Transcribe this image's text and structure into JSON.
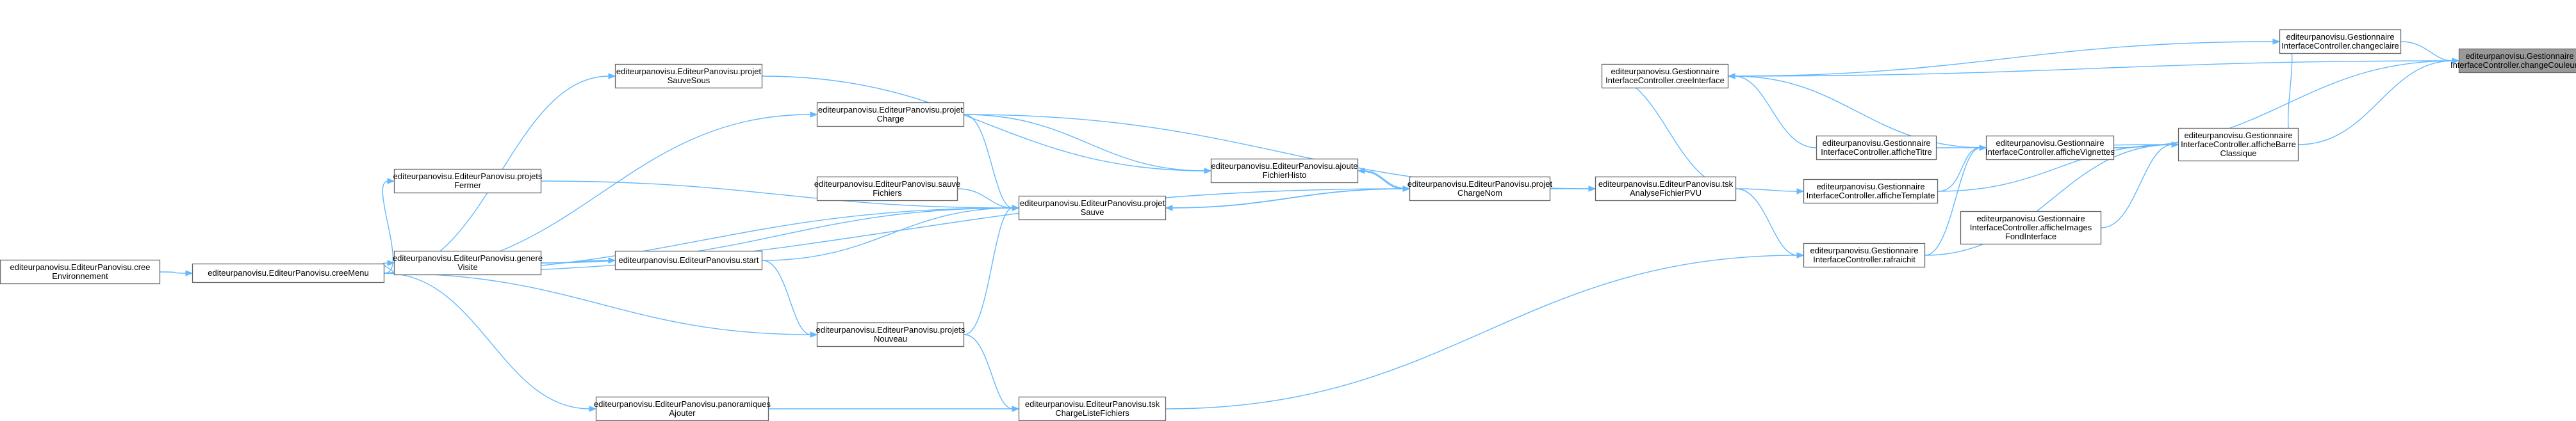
{
  "nodes": [
    {
      "id": "chgCouleurHS",
      "lines": [
        "editeurpanovisu.Gestionnaire",
        "InterfaceController.changeCouleurHS"
      ],
      "highlight": true
    },
    {
      "id": "chgClaire",
      "lines": [
        "editeurpanovisu.Gestionnaire",
        "InterfaceController.changeclaire"
      ]
    },
    {
      "id": "creeInterface",
      "lines": [
        "editeurpanovisu.Gestionnaire",
        "InterfaceController.creeInterface"
      ]
    },
    {
      "id": "afficheBarre",
      "lines": [
        "editeurpanovisu.Gestionnaire",
        "InterfaceController.afficheBarre",
        "Classique"
      ]
    },
    {
      "id": "afficheTitre",
      "lines": [
        "editeurpanovisu.Gestionnaire",
        "InterfaceController.afficheTitre"
      ]
    },
    {
      "id": "afficheVignettes",
      "lines": [
        "editeurpanovisu.Gestionnaire",
        "InterfaceController.afficheVignettes"
      ]
    },
    {
      "id": "afficheTemplate",
      "lines": [
        "editeurpanovisu.Gestionnaire",
        "InterfaceController.afficheTemplate"
      ]
    },
    {
      "id": "afficheImages",
      "lines": [
        "editeurpanovisu.Gestionnaire",
        "InterfaceController.afficheImages",
        "FondInterface"
      ]
    },
    {
      "id": "rafraichit",
      "lines": [
        "editeurpanovisu.Gestionnaire",
        "InterfaceController.rafraichit"
      ]
    },
    {
      "id": "analyseFichier",
      "lines": [
        "editeurpanovisu.EditeurPanovisu.tsk",
        "AnalyseFichierPVU"
      ]
    },
    {
      "id": "chargeNom",
      "lines": [
        "editeurpanovisu.EditeurPanovisu.projet",
        "ChargeNom"
      ]
    },
    {
      "id": "ajouteFichierHisto",
      "lines": [
        "editeurpanovisu.EditeurPanovisu.ajoute",
        "FichierHisto"
      ]
    },
    {
      "id": "projetSauve",
      "lines": [
        "editeurpanovisu.EditeurPanovisu.projet",
        "Sauve"
      ]
    },
    {
      "id": "chargeListeFichiers",
      "lines": [
        "editeurpanovisu.EditeurPanovisu.tsk",
        "ChargeListeFichiers"
      ]
    },
    {
      "id": "sauveSous",
      "lines": [
        "editeurpanovisu.EditeurPanovisu.projet",
        "SauveSous"
      ]
    },
    {
      "id": "projetCharge",
      "lines": [
        "editeurpanovisu.EditeurPanovisu.projet",
        "Charge"
      ]
    },
    {
      "id": "sauveFichiers",
      "lines": [
        "editeurpanovisu.EditeurPanovisu.sauve",
        "Fichiers"
      ]
    },
    {
      "id": "start",
      "lines": [
        "editeurpanovisu.EditeurPanovisu.start"
      ]
    },
    {
      "id": "projetsNouveau",
      "lines": [
        "editeurpanovisu.EditeurPanovisu.projets",
        "Nouveau"
      ]
    },
    {
      "id": "panoAjouter",
      "lines": [
        "editeurpanovisu.EditeurPanovisu.panoramiques",
        "Ajouter"
      ]
    },
    {
      "id": "projetsFermer",
      "lines": [
        "editeurpanovisu.EditeurPanovisu.projets",
        "Fermer"
      ]
    },
    {
      "id": "genereVisite",
      "lines": [
        "editeurpanovisu.EditeurPanovisu.genere",
        "Visite"
      ]
    },
    {
      "id": "creeMenu",
      "lines": [
        "editeurpanovisu.EditeurPanovisu.creeMenu"
      ]
    },
    {
      "id": "creeEnv",
      "lines": [
        "editeurpanovisu.EditeurPanovisu.cree",
        "Environnement"
      ]
    }
  ],
  "edges": [
    [
      "chgClaire",
      "chgCouleurHS"
    ],
    [
      "creeInterface",
      "chgCouleurHS"
    ],
    [
      "afficheBarre",
      "chgCouleurHS"
    ],
    [
      "afficheVignettes",
      "chgCouleurHS"
    ],
    [
      "afficheBarre",
      "chgClaire"
    ],
    [
      "creeInterface",
      "chgClaire"
    ],
    [
      "afficheTitre",
      "afficheBarre"
    ],
    [
      "afficheVignettes",
      "afficheBarre"
    ],
    [
      "afficheTemplate",
      "afficheBarre"
    ],
    [
      "afficheImages",
      "afficheBarre"
    ],
    [
      "rafraichit",
      "afficheBarre"
    ],
    [
      "afficheTitre",
      "creeInterface"
    ],
    [
      "afficheVignettes",
      "creeInterface"
    ],
    [
      "analyseFichier",
      "creeInterface"
    ],
    [
      "afficheTemplate",
      "afficheVignettes"
    ],
    [
      "rafraichit",
      "afficheVignettes"
    ],
    [
      "analyseFichier",
      "afficheTemplate"
    ],
    [
      "analyseFichier",
      "rafraichit"
    ],
    [
      "chargeListeFichiers",
      "rafraichit"
    ],
    [
      "chargeNom",
      "analyseFichier"
    ],
    [
      "projetCharge",
      "analyseFichier"
    ],
    [
      "ajouteFichierHisto",
      "chargeNom"
    ],
    [
      "projetSauve",
      "chargeNom"
    ],
    [
      "creeMenu",
      "chargeNom"
    ],
    [
      "chargeNom",
      "ajouteFichierHisto"
    ],
    [
      "sauveSous",
      "ajouteFichierHisto"
    ],
    [
      "projetCharge",
      "ajouteFichierHisto"
    ],
    [
      "chargeNom",
      "projetSauve"
    ],
    [
      "projetCharge",
      "projetSauve"
    ],
    [
      "sauveFichiers",
      "projetSauve"
    ],
    [
      "start",
      "projetSauve"
    ],
    [
      "projetsNouveau",
      "projetSauve"
    ],
    [
      "projetsFermer",
      "projetSauve"
    ],
    [
      "genereVisite",
      "projetSauve"
    ],
    [
      "creeMenu",
      "projetSauve"
    ],
    [
      "projetsNouveau",
      "chargeListeFichiers"
    ],
    [
      "panoAjouter",
      "chargeListeFichiers"
    ],
    [
      "creeMenu",
      "sauveSous"
    ],
    [
      "creeMenu",
      "projetCharge"
    ],
    [
      "genereVisite",
      "start"
    ],
    [
      "start",
      "projetsNouveau"
    ],
    [
      "creeMenu",
      "projetsNouveau"
    ],
    [
      "creeMenu",
      "panoAjouter"
    ],
    [
      "creeMenu",
      "projetsFermer"
    ],
    [
      "creeMenu",
      "genereVisite"
    ],
    [
      "creeEnv",
      "creeMenu"
    ]
  ]
}
